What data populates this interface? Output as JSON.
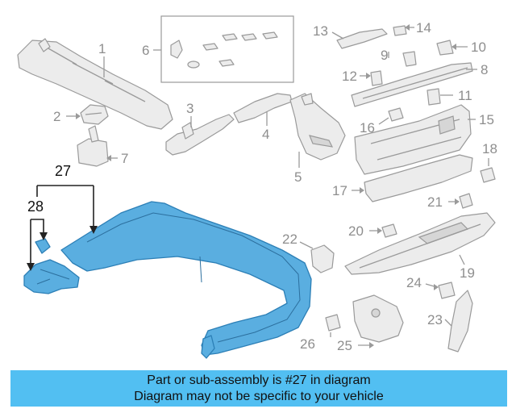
{
  "banner": {
    "line1": "Part or sub-assembly is #27 in diagram",
    "line2": "Diagram may not be specific to your vehicle"
  },
  "callouts": {
    "c1": "1",
    "c2": "2",
    "c3": "3",
    "c4": "4",
    "c5": "5",
    "c6": "6",
    "c7": "7",
    "c8": "8",
    "c9": "9",
    "c10": "10",
    "c11": "11",
    "c12": "12",
    "c13": "13",
    "c14": "14",
    "c15": "15",
    "c16": "16",
    "c17": "17",
    "c18": "18",
    "c19": "19",
    "c20": "20",
    "c21": "21",
    "c22": "22",
    "c23": "23",
    "c24": "24",
    "c25": "25",
    "c26": "26",
    "c27": "27",
    "c28": "28"
  },
  "colors": {
    "highlight": "#5aaee0",
    "banner": "#52bff2",
    "part_gray": "#9a9a9a"
  },
  "highlighted_part": "27"
}
